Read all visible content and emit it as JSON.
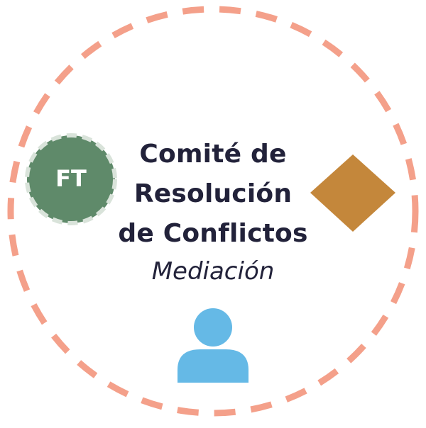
{
  "title_lines": [
    "Comité de",
    "Resolución",
    "de Conflictos"
  ],
  "subtitle": "Mediación",
  "avatar_initials": "FT",
  "icons": {
    "ring": "dashed-circle",
    "avatar": "initials-avatar-icon",
    "diamond": "diamond-icon",
    "person": "person-icon"
  },
  "colors": {
    "ring": "#f4a08a",
    "avatar_fill": "#5f8a6a",
    "avatar_border": "#d9e3da",
    "diamond": "#c4873b",
    "person": "#65b9e6",
    "text": "#22223a"
  }
}
